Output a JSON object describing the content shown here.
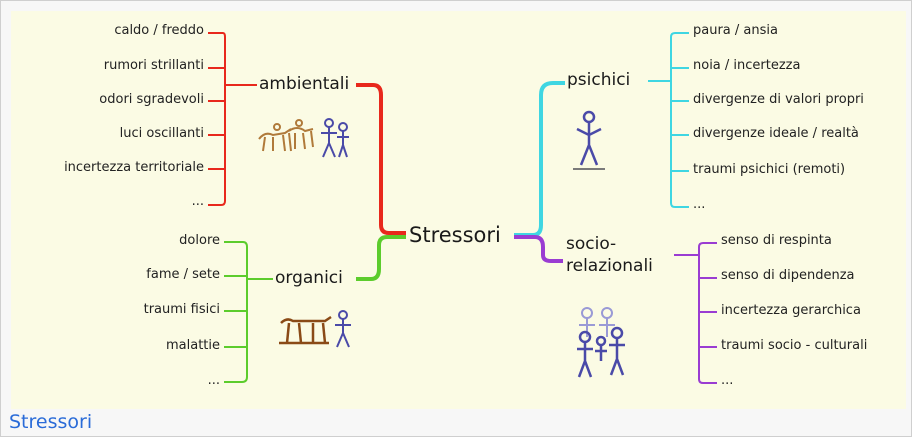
{
  "center": "Stressori",
  "caption": "Stressori",
  "colors": {
    "ambientali": "#e8281c",
    "organici": "#5ccc2c",
    "psichici": "#3fd6e2",
    "socio": "#9a3cd2",
    "background": "#fbfbe4",
    "caption": "#2a6bd8"
  },
  "branches": {
    "ambientali": {
      "label": "ambientali",
      "items": [
        "caldo / freddo",
        "rumori strillanti",
        "odori sgradevoli",
        "luci oscillanti",
        "incertezza territoriale",
        "..."
      ]
    },
    "organici": {
      "label": "organici",
      "items": [
        "dolore",
        "fame / sete",
        "traumi fisici",
        "malattie",
        "..."
      ]
    },
    "psichici": {
      "label": "psichici",
      "items": [
        "paura / ansia",
        "noia / incertezza",
        "divergenze di valori propri",
        "divergenze ideale / realtà",
        "traumi psichici (remoti)",
        "..."
      ]
    },
    "socio": {
      "label_line1": "socio-",
      "label_line2": "relazionali",
      "items": [
        "senso di respinta",
        "senso di dipendenza",
        "incertezza gerarchica",
        "traumi socio - culturali",
        "..."
      ]
    }
  },
  "icons": [
    "animals-and-people-icon",
    "figure-icon",
    "animal-and-person-icon",
    "group-of-people-icon"
  ]
}
